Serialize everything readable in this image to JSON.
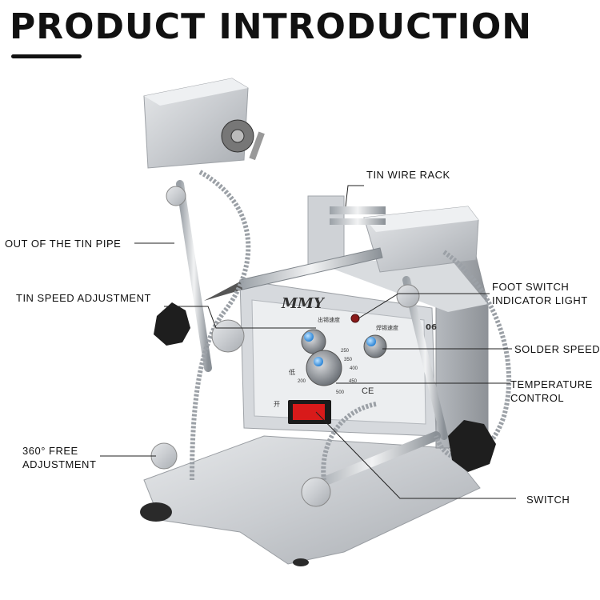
{
  "title": "PRODUCT INTRODUCTION",
  "labels": {
    "tin_wire_rack": "TIN WIRE RACK",
    "out_of_tin_pipe": "OUT OF THE TIN PIPE",
    "tin_speed_adjustment": "TIN SPEED ADJUSTMENT",
    "foot_switch_line1": "FOOT SWITCH",
    "foot_switch_line2": "INDICATOR LIGHT",
    "solder_speed": "SOLDER SPEED",
    "temperature_line1": "TEMPERATURE",
    "temperature_line2": "CONTROL",
    "free_adjust_line1": "360° FREE",
    "free_adjust_line2": "ADJUSTMENT",
    "switch": "SWITCH"
  },
  "panel": {
    "brand": "MMY",
    "dial_small_1": "出锡速度",
    "dial_small_2": "焊锡速度",
    "model_suffix": "06",
    "temp_ticks": [
      "200",
      "250",
      "350",
      "400",
      "450",
      "500"
    ],
    "low_mark": "低",
    "ce_mark": "CE",
    "switch_on_mark": "开"
  }
}
